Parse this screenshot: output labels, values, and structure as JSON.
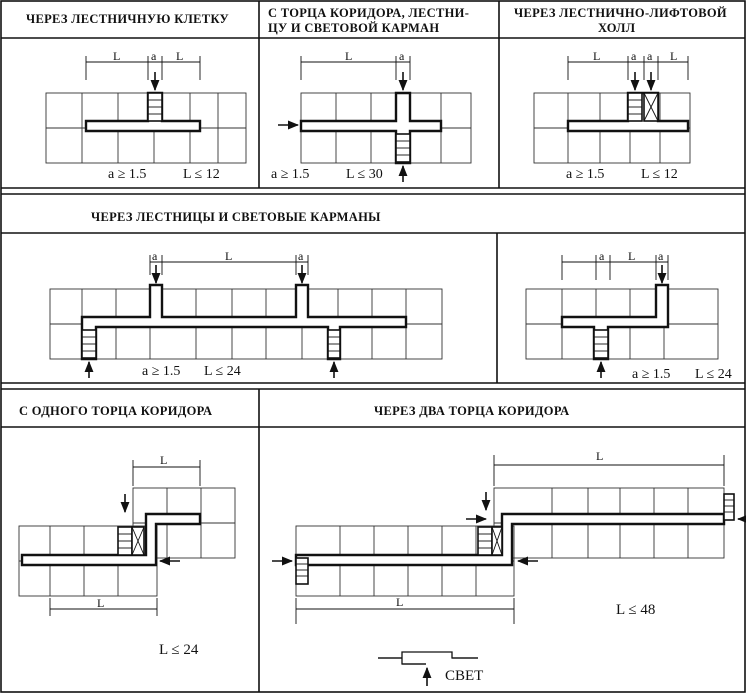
{
  "panels": {
    "p1": {
      "title": "ЧЕРЕЗ ЛЕСТНИЧНУЮ КЛЕТКУ",
      "cond_a": "a ≥ 1.5",
      "cond_l": "L ≤ 12"
    },
    "p2": {
      "title_line1": "С ТОРЦА КОРИДОРА, ЛЕСТНИ-",
      "title_line2": "ЦУ И СВЕТОВОЙ КАРМАН",
      "cond_a": "a ≥ 1.5",
      "cond_l": "L ≤ 30"
    },
    "p3": {
      "title_line1": "ЧЕРЕЗ ЛЕСТНИЧНО-ЛИФТОВОЙ",
      "title_line2": "ХОЛЛ",
      "cond_a": "a ≥ 1.5",
      "cond_l": "L ≤ 12"
    },
    "p4": {
      "title": "ЧЕРЕЗ ЛЕСТНИЦЫ И СВЕТОВЫЕ КАРМАНЫ",
      "cond_a": "a ≥ 1.5",
      "cond_l": "L ≤ 24"
    },
    "p5": {
      "cond_a": "a ≥ 1.5",
      "cond_l": "L ≤ 24"
    },
    "p6": {
      "title": "С ОДНОГО ТОРЦА КОРИДОРА",
      "cond_l": "L ≤ 24"
    },
    "p7": {
      "title": "ЧЕРЕЗ ДВА ТОРЦА КОРИДОРА",
      "cond_l": "L ≤ 48"
    }
  },
  "dims": {
    "a": "a",
    "L": "L"
  },
  "legend": {
    "light": "СВЕТ"
  }
}
